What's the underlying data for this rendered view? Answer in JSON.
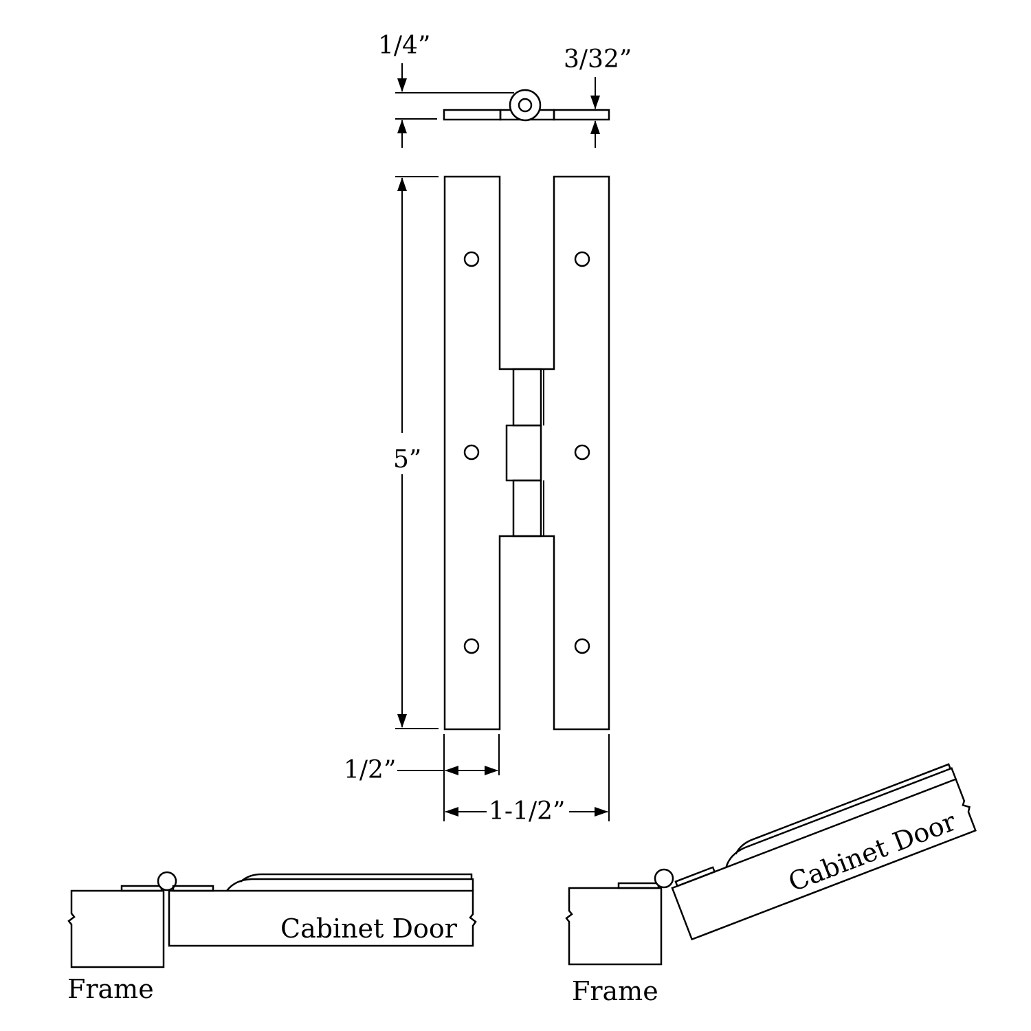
{
  "dimensions": {
    "leaf_thickness": "1/4”",
    "knuckle_offset": "3/32”",
    "height": "5”",
    "leaf_width": "1/2”",
    "overall_width": "1-1/2”"
  },
  "views": {
    "closed": {
      "frame_label": "Frame",
      "door_label": "Cabinet Door"
    },
    "open": {
      "frame_label": "Frame",
      "door_label": "Cabinet Door"
    }
  },
  "colors": {
    "line": "#000000",
    "background": "#ffffff"
  }
}
